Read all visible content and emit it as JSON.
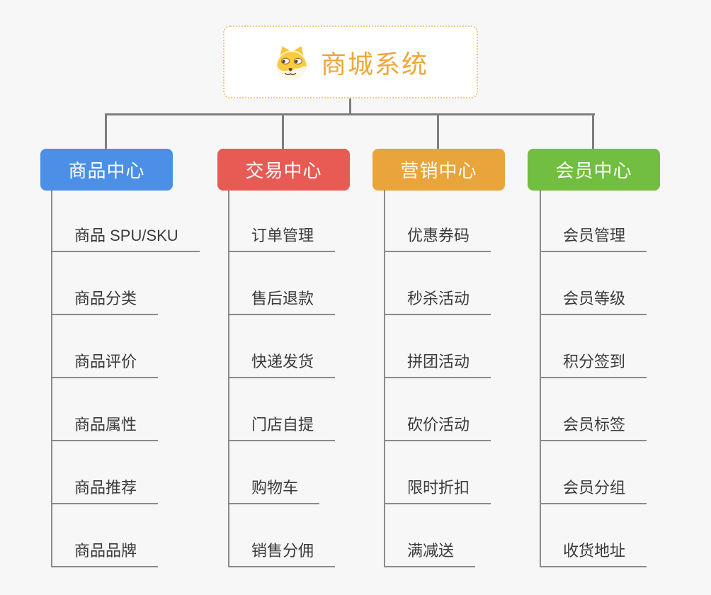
{
  "root": {
    "title": "商城系统",
    "icon": "doge-icon"
  },
  "colors": {
    "background": "#f7f7f7",
    "root_text": "#f0a63c",
    "root_border": "#f2c87e",
    "connector": "#7e7e7e",
    "item_line": "#8a8a8a",
    "item_text": "#3b3b3b"
  },
  "branches": [
    {
      "label": "商品中心",
      "color": "#4b90e6",
      "items": [
        "商品 SPU/SKU",
        "商品分类",
        "商品评价",
        "商品属性",
        "商品推荐",
        "商品品牌"
      ]
    },
    {
      "label": "交易中心",
      "color": "#e85b55",
      "items": [
        "订单管理",
        "售后退款",
        "快递发货",
        "门店自提",
        "购物车",
        "销售分佣"
      ]
    },
    {
      "label": "营销中心",
      "color": "#e9a43c",
      "items": [
        "优惠券码",
        "秒杀活动",
        "拼团活动",
        "砍价活动",
        "限时折扣",
        "满减送"
      ]
    },
    {
      "label": "会员中心",
      "color": "#71be40",
      "items": [
        "会员管理",
        "会员等级",
        "积分签到",
        "会员标签",
        "会员分组",
        "收货地址"
      ]
    }
  ]
}
